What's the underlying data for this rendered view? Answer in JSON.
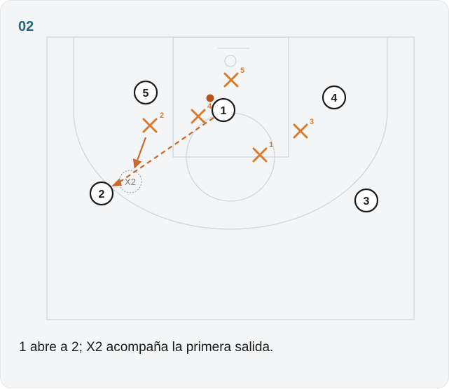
{
  "play": {
    "number": "02",
    "caption": "1 abre a 2; X2 acompaña la primera salida."
  },
  "colors": {
    "court_line": "#cdd6df",
    "court_fill": "#f4f5f6",
    "offense": "#1a1a1a",
    "defense": "#d97a2b",
    "pass": "#c8692a",
    "ghost": "#8a8f99"
  },
  "offense": [
    {
      "id": "1",
      "label": "1"
    },
    {
      "id": "2",
      "label": "2"
    },
    {
      "id": "3",
      "label": "3"
    },
    {
      "id": "4",
      "label": "4"
    },
    {
      "id": "5",
      "label": "5"
    }
  ],
  "defense": [
    {
      "id": "x1",
      "label": "1"
    },
    {
      "id": "x2",
      "label": "2"
    },
    {
      "id": "x3",
      "label": "3"
    },
    {
      "id": "x4",
      "label": "4"
    },
    {
      "id": "x5",
      "label": "5"
    }
  ],
  "ghost_defender": {
    "label": "X2"
  }
}
